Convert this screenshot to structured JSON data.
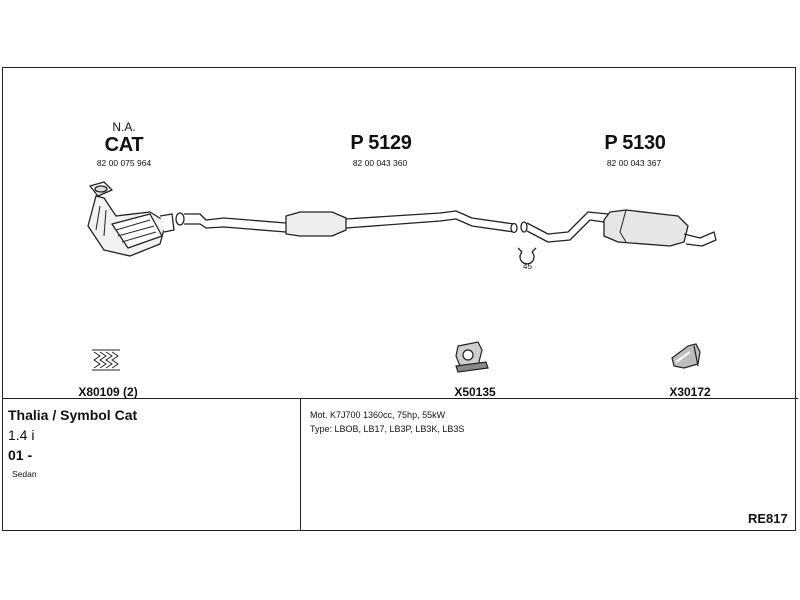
{
  "diagram": {
    "sections": {
      "catalyst": {
        "tag": "N.A.",
        "title": "CAT",
        "number": "82 00 075 964"
      },
      "middle": {
        "title": "P 5129",
        "number": "82 00 043 360"
      },
      "rear": {
        "title": "P 5130",
        "number": "82 00 043 367"
      }
    },
    "clamp_angle": "45",
    "parts": [
      {
        "code": "X80109 (2)",
        "icon": "spring-bolt-icon"
      },
      {
        "code": "X50135",
        "icon": "rubber-hanger-icon"
      },
      {
        "code": "X30172",
        "icon": "bracket-icon"
      }
    ]
  },
  "vehicle": {
    "model": "Thalia / Symbol Cat",
    "engine": "1.4 i",
    "years": "01 -",
    "body": "Sedan",
    "motor": "Mot. K7J700 1360cc, 75hp, 55kW",
    "types": "Type: LBOB, LB17, LB3P, LB3K, LB3S",
    "ref_code": "RE817"
  }
}
